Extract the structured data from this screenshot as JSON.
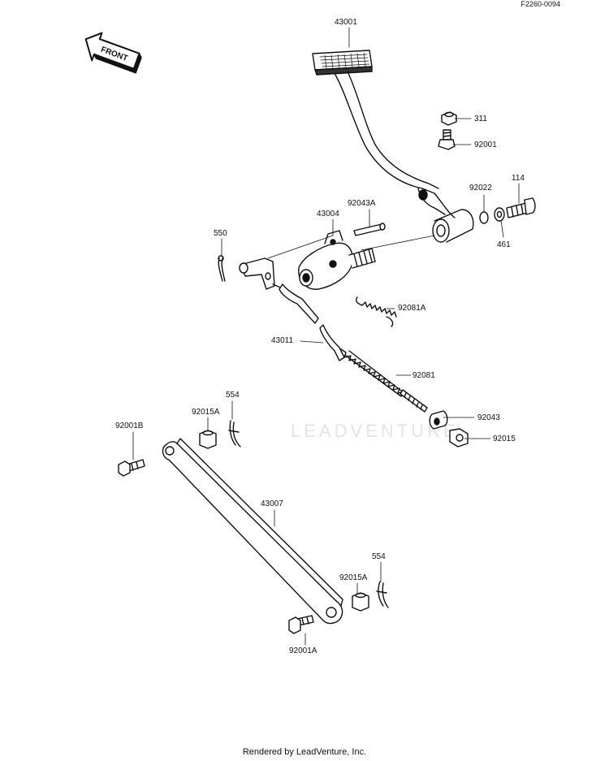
{
  "header": {
    "figure_ref": "F2260-0094"
  },
  "front_arrow": {
    "text": "FRONT"
  },
  "watermark": {
    "text": "LEADVENTURE"
  },
  "footer": {
    "text": "Rendered by LeadVenture, Inc."
  },
  "callouts": {
    "p43001": "43001",
    "p311": "311",
    "p92001": "92001",
    "p92022": "92022",
    "p114": "114",
    "p461": "461",
    "p92043A": "92043A",
    "p43004": "43004",
    "p550": "550",
    "p92081A": "92081A",
    "p43011": "43011",
    "p92081": "92081",
    "p554_top": "554",
    "p92015A_top": "92015A",
    "p92001B": "92001B",
    "p92043": "92043",
    "p92015": "92015",
    "p43007": "43007",
    "p554_bottom": "554",
    "p92015A_bottom": "92015A",
    "p92001A": "92001A"
  }
}
